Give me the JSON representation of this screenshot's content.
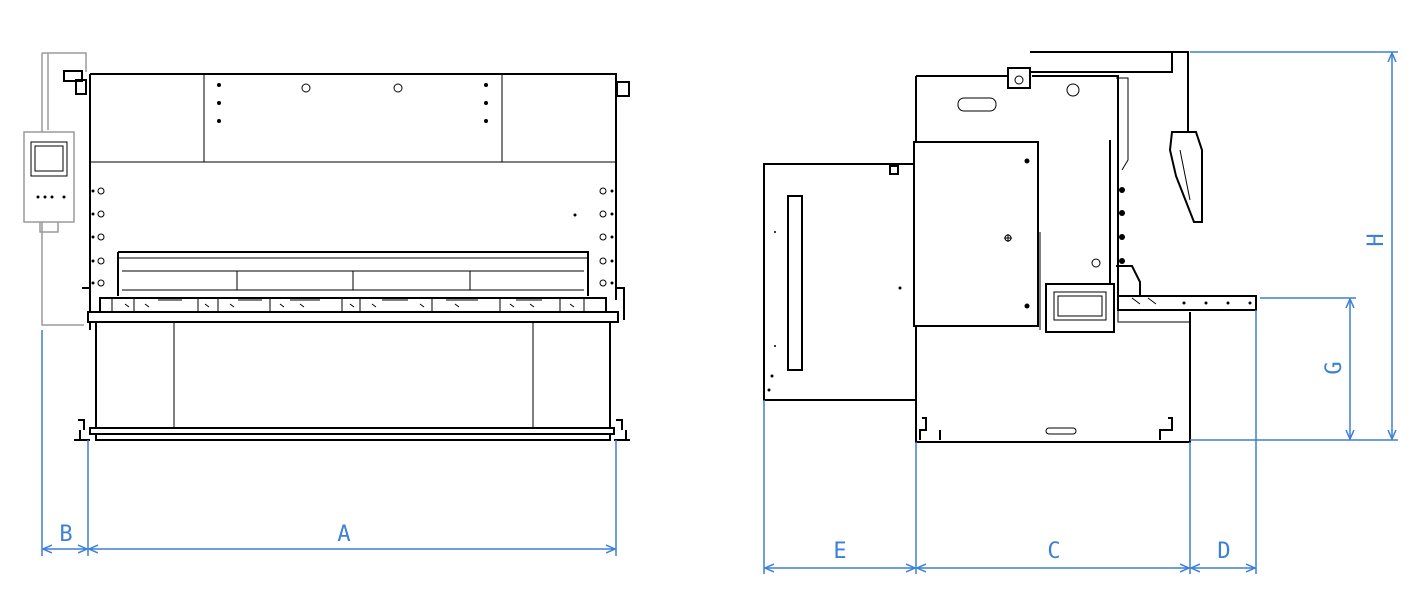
{
  "colors": {
    "line": "#000000",
    "secondary_line": "#9a9a9a",
    "dimension": "#3b7fd6",
    "background": "#ffffff"
  },
  "dimensions": {
    "A": "A",
    "B": "B",
    "C": "C",
    "D": "D",
    "E": "E",
    "G": "G",
    "H": "H"
  }
}
